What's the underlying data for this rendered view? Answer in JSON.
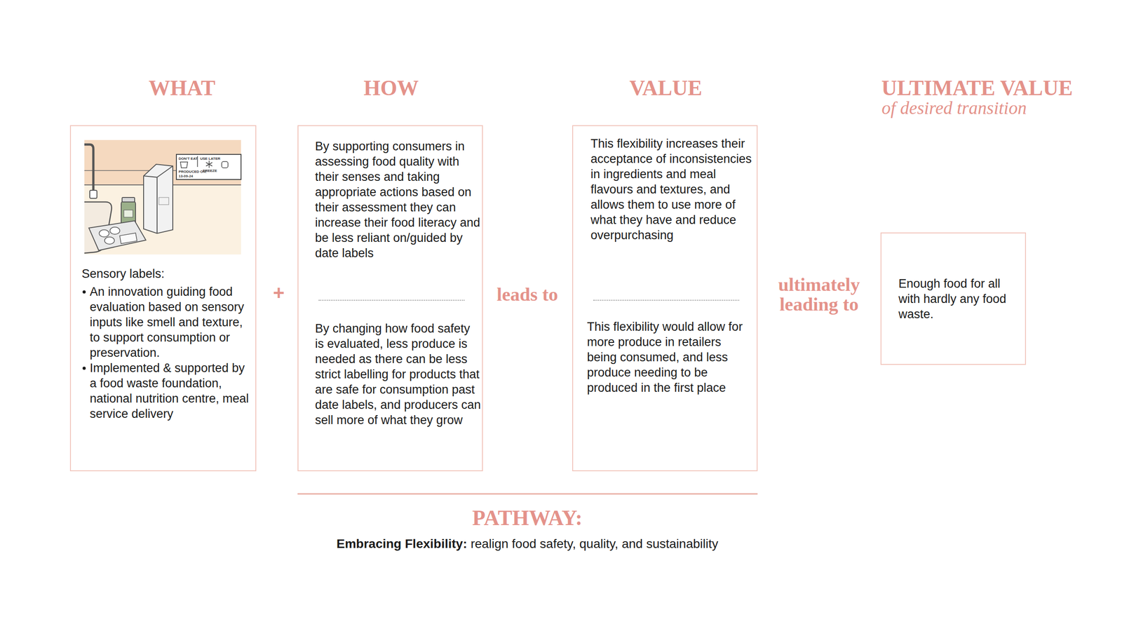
{
  "diagram": {
    "nodes": [
      {
        "text": [
          "WHAT",
          "Sensory labels:",
          "An innovation guiding food evaluation based on sensory inputs like smell and texture, to support consumption or preservation.",
          "Implemented & supported by a food waste foundation, national nutrition centre, meal service delivery"
        ]
      },
      {
        "text": [
          "HOW",
          "By supporting consumers in assessing food quality with their senses and taking appropriate actions based on their assessment they can increase their food literacy and be less reliant on/guided by date labels",
          "By changing how food safety is evaluated, less produce is needed as there can be less strict labelling for products that are safe for consumption past date labels, and producers can sell more of what they grow"
        ]
      },
      {
        "text": [
          "VALUE",
          "This flexibility increases their acceptance of inconsistencies in ingredients and meal flavours and textures, and allows them to use more of what they have and reduce overpurchasing",
          "This flexibility would allow for more produce in retailers being consumed, and less produce needing to be produced in the first place"
        ]
      },
      {
        "text": [
          "ULTIMATE VALUE",
          "of desired transition",
          "Enough food for all with hardly any food waste."
        ]
      }
    ],
    "labels": [
      "+",
      "leads to",
      "ultimately leading to",
      "PATHWAY:",
      "Embracing Flexibility:",
      "realign food safety, quality, and sustainability",
      "DON'T EAT",
      "USE LATER",
      "FREEZE",
      "PRODUCED ON:",
      "13-09-24"
    ]
  }
}
